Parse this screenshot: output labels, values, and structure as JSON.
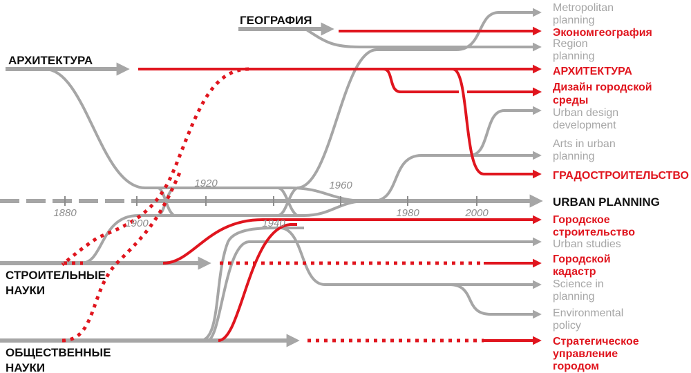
{
  "colors": {
    "red": "#e0151e",
    "gray": "#a6a6a6",
    "dark": "#111111"
  },
  "sources": {
    "geography": "ГЕОГРАФИЯ",
    "architecture": "АРХИТЕКТУРА",
    "building_sciences": [
      "СТРОИТЕЛЬНЫЕ",
      "НАУКИ"
    ],
    "social_sciences": [
      "ОБЩЕСТВЕННЫЕ",
      "НАУКИ"
    ]
  },
  "timeline": {
    "label": "URBAN PLANNING",
    "years": [
      "1880",
      "1900",
      "1920",
      "1940",
      "1960",
      "1980",
      "2000"
    ]
  },
  "targets": {
    "metropolitan": [
      "Metropolitan",
      "planning"
    ],
    "economic_geography": [
      "Экономгеография"
    ],
    "region": [
      "Region",
      "planning"
    ],
    "architecture": [
      "АРХИТЕКТУРА"
    ],
    "urban_environment_design": [
      "Дизайн городской",
      "среды"
    ],
    "urban_design_development": [
      "Urban design",
      "development"
    ],
    "arts_in_urban_planning": [
      "Arts in urban",
      "planning"
    ],
    "town_planning": [
      "ГРАДОСТРОИТЕЛЬСТВО"
    ],
    "urban_construction": [
      "Городское",
      "строительство"
    ],
    "urban_studies": [
      "Urban studies"
    ],
    "urban_cadastre": [
      "Городской",
      "кадастр"
    ],
    "science_in_planning": [
      "Science in",
      "planning"
    ],
    "environmental_policy": [
      "Environmental",
      "policy"
    ],
    "strategic_management": [
      "Стратегическое",
      "управление",
      "городом"
    ]
  }
}
